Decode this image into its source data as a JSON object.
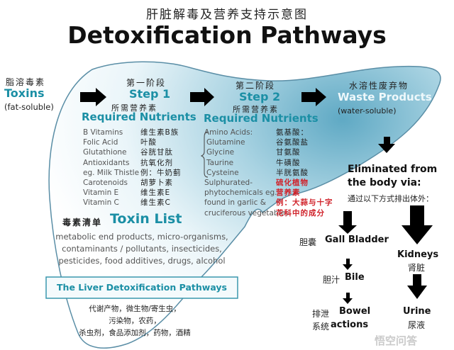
{
  "title_cn": "肝脏解毒及营养支持示意图",
  "title_en": "Detoxification Pathways",
  "toxins": {
    "cn": "脂溶毒素",
    "en": "Toxins",
    "sub": "(fat-soluble)"
  },
  "step1": {
    "cn": "第一阶段",
    "label": "Step 1",
    "req_cn": "所需营养素",
    "req": "Required Nutrients",
    "items_en": [
      "B Vitamins",
      "Folic Acid",
      "Glutathione",
      "Antioxidants",
      "eg. Milk Thistle",
      "Carotenoids",
      "Vitamin E",
      "Vitamin C"
    ],
    "items_cn": [
      "维生素B族",
      "叶酸",
      "谷胱甘肽",
      "抗氧化剂",
      "例：牛奶蓟",
      "胡萝卜素",
      "维生素E",
      "维生素C"
    ]
  },
  "step2": {
    "cn": "第二阶段",
    "label": "Step 2",
    "req_cn": "所需营养素",
    "req": "Required Nutrients",
    "items_en": [
      "Amino Acids:",
      "Glutamine",
      "Glycine",
      "Taurine",
      "Cysteine",
      "Sulphurated-",
      "phytochemicals eg.",
      "found in garlic &",
      "cruciferous vegetables"
    ],
    "items_cn": [
      "氨基酸：",
      "谷氨酸盐",
      "甘氨酸",
      "牛磺酸",
      "半胱氨酸"
    ],
    "items_cn_red": [
      "硫化植物",
      "营养素",
      "例：大蒜与十字",
      "花科中的成分"
    ]
  },
  "waste": {
    "cn": "水溶性废弃物",
    "en": "Waste Products",
    "sub": "(water-soluble)"
  },
  "eliminated": {
    "line1": "Eliminated from",
    "line2": "the body via:",
    "cn": "通过以下方式排出体外："
  },
  "gall": {
    "cn": "胆囊",
    "en": "Gall Bladder"
  },
  "bile": {
    "cn": "胆汁",
    "en": "Bile"
  },
  "bowel": {
    "cn1": "排泄",
    "cn2": "系统",
    "en1": "Bowel",
    "en2": "actions"
  },
  "kidneys": {
    "en": "Kidneys",
    "cn": "肾脏"
  },
  "urine": {
    "en": "Urine",
    "cn": "尿液"
  },
  "toxin_list": {
    "cn": "毒素清单",
    "en": "Toxin List",
    "lines": [
      "metabolic end products, micro-organisms,",
      "contaminants / pollutants, insecticides,",
      "pesticides, food additives, drugs, alcohol"
    ],
    "lines_cn": [
      "代谢产物，微生物/寄生虫，",
      "污染物，农药，",
      "杀虫剂，食品添加剂，药物，酒精"
    ]
  },
  "box_label": "The Liver Detoxification Pathways",
  "watermark": "悟空问答",
  "colors": {
    "teal": "#1b8fa5",
    "liver_blue": "#8fc3d6",
    "red": "#d0222a"
  }
}
